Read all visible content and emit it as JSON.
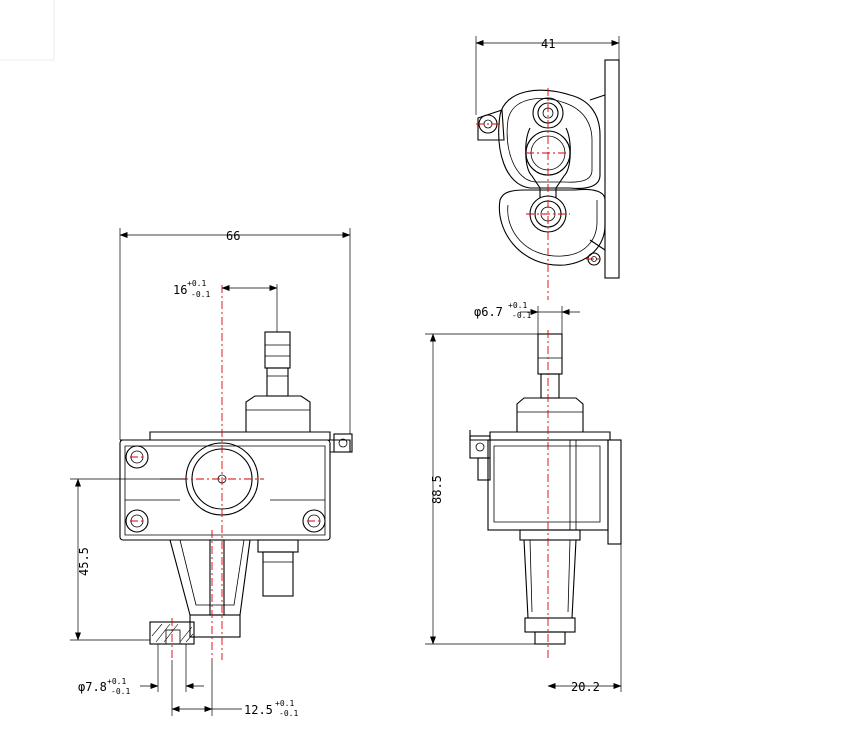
{
  "dimensions": {
    "width_total": "66",
    "offset_top": "16",
    "offset_top_tol_plus": "+0.1",
    "offset_top_tol_minus": "-0.1",
    "height_left": "45.5",
    "dia_bottom": "φ7.8",
    "dia_bottom_tol_plus": "+0.1",
    "dia_bottom_tol_minus": "-0.1",
    "offset_bottom": "12.5",
    "offset_bottom_tol_plus": "+0.1",
    "offset_bottom_tol_minus": "-0.1",
    "width_top_view": "41",
    "dia_shaft": "φ6.7",
    "dia_shaft_tol_plus": "+0.1",
    "dia_shaft_tol_minus": "-0.1",
    "height_right": "88.5",
    "depth_right": "20.2"
  },
  "colors": {
    "lines": "#000000",
    "centerlines": "#e00000"
  }
}
